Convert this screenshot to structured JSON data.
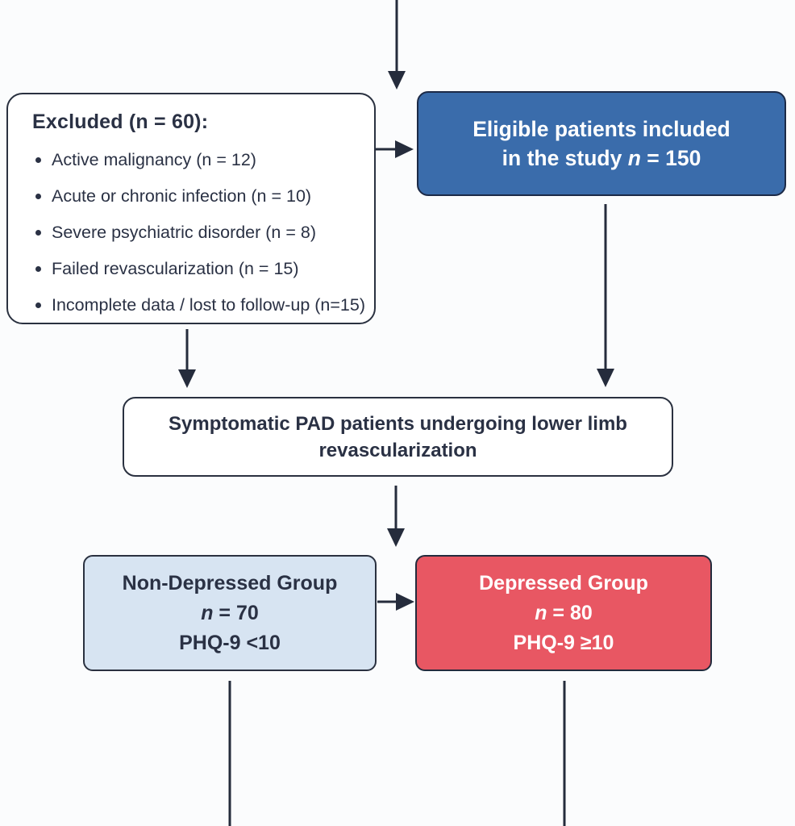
{
  "colors": {
    "background": "#fbfcfd",
    "box_border": "#2a3140",
    "blue_fill": "#3a6cab",
    "light_blue_fill": "#d7e4f2",
    "red_fill": "#e85763",
    "arrow": "#252c3c",
    "text_dark": "#2a3144",
    "text_light": "#ffffff"
  },
  "flowchart": {
    "excluded_box": {
      "title": "Excluded (n = 60):",
      "items": [
        "Active malignancy (n = 12)",
        "Acute or chronic infection (n = 10)",
        "Severe psychiatric disorder (n = 8)",
        "Failed revascularization (n = 15)",
        "Incomplete data / lost to follow-up (n=15)"
      ]
    },
    "eligible_box": {
      "line1": "Eligible patients included",
      "line2_text": "in the study ",
      "n_symbol": "n",
      "n_value": " = 150"
    },
    "population_box": {
      "line1": "Symptomatic PAD patients undergoing lower limb",
      "line2": "revascularization"
    },
    "non_depressed_box": {
      "title": "Non-Depressed Group",
      "n_symbol": "n",
      "n_value": " = 70",
      "criteria": "PHQ-9 <10"
    },
    "depressed_box": {
      "title": "Depressed Group",
      "n_symbol": "n",
      "n_value": " = 80",
      "criteria": "PHQ-9 ≥10"
    }
  }
}
